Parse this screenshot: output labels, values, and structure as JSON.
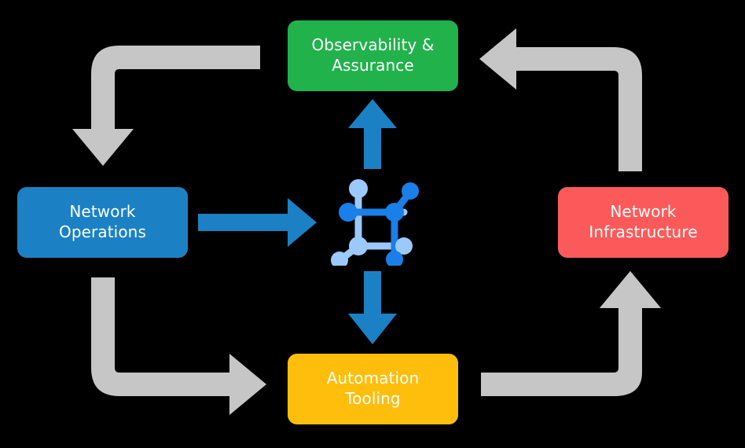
{
  "diagram": {
    "title": "Network automation lifecycle cycle diagram",
    "background_color": "#000000",
    "nodes": [
      {
        "id": "observability",
        "label": "Observability &\nAssurance",
        "color": "#22b24c",
        "text_color": "#ffffff",
        "position": "top"
      },
      {
        "id": "operations",
        "label": "Network\nOperations",
        "color": "#1b81c4",
        "text_color": "#ffffff",
        "position": "left"
      },
      {
        "id": "infrastructure",
        "label": "Network\nInfrastructure",
        "color": "#fc5a5a",
        "text_color": "#ffffff",
        "position": "right"
      },
      {
        "id": "automation",
        "label": "Automation\nTooling",
        "color": "#ffbe0b",
        "text_color": "#ffffff",
        "position": "bottom"
      }
    ],
    "center": {
      "icon": "network-topology-icon",
      "node_color_dark": "#1a7fe8",
      "node_color_light": "#9cc9fb",
      "link_color_dark": "#1a7fe8",
      "link_color_light": "#9cc9fb"
    },
    "blue_arrows": {
      "color": "#1b81c4",
      "items": [
        {
          "id": "arrow-center-to-observability",
          "direction": "up"
        },
        {
          "id": "arrow-operations-to-center",
          "direction": "right"
        },
        {
          "id": "arrow-center-to-automation",
          "direction": "down"
        }
      ]
    },
    "gray_arrows": {
      "color": "#c6c6c6",
      "items": [
        {
          "id": "arrow-observability-to-operations",
          "direction": "left-then-down"
        },
        {
          "id": "arrow-infrastructure-to-observability",
          "direction": "up-then-left"
        },
        {
          "id": "arrow-operations-to-automation",
          "direction": "down-then-right"
        },
        {
          "id": "arrow-automation-to-infrastructure",
          "direction": "right-then-up"
        }
      ]
    }
  }
}
